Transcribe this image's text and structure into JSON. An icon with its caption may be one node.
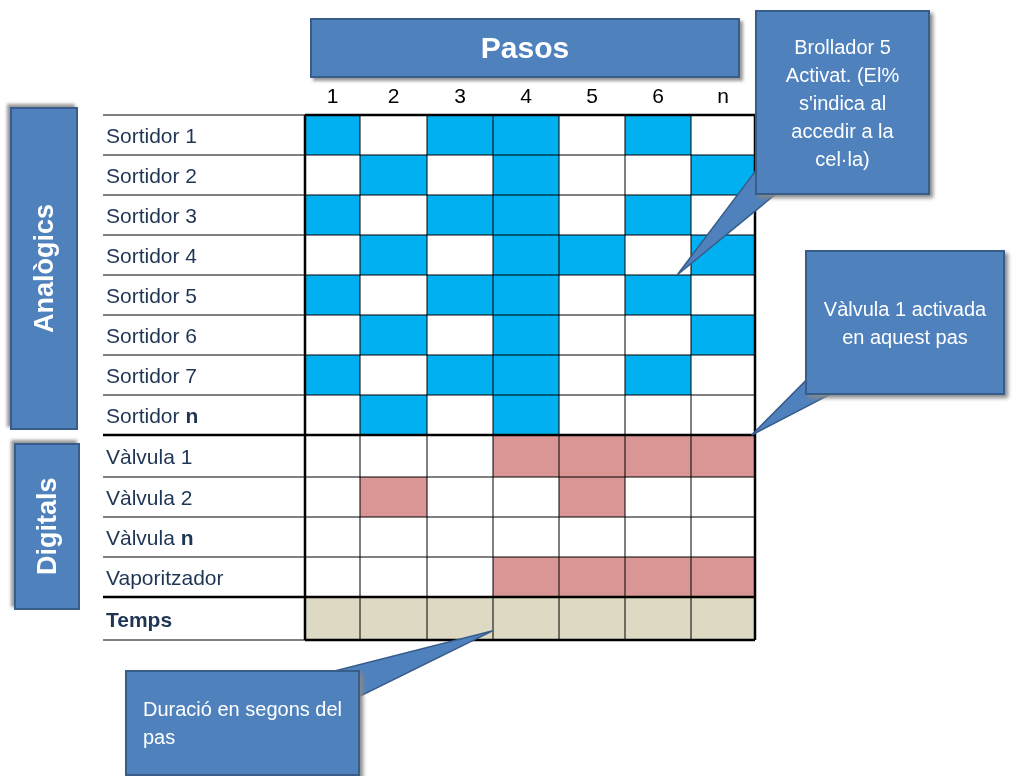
{
  "diagram": {
    "nodes": [
      {
        "text": [
          "Pasos"
        ]
      },
      {
        "text": [
          "Analògics"
        ]
      },
      {
        "text": [
          "Digitals"
        ]
      },
      {
        "text": [
          "Brollador 5 Activat. (El% s'indica al accedir a la cel·la)"
        ]
      },
      {
        "text": [],
        "shape": "box"
      },
      {
        "text": [
          "Vàlvula 1 activada en aquest pas"
        ]
      },
      {
        "text": [],
        "shape": "box"
      },
      {
        "text": [
          "Duració en segons del pas"
        ]
      },
      {
        "text": [],
        "shape": "box"
      }
    ],
    "edges": [
      {
        "from": 3,
        "to": 4,
        "arrow": "none"
      },
      {
        "from": 5,
        "to": 6,
        "arrow": "none"
      },
      {
        "from": 7,
        "to": 8,
        "arrow": "none"
      }
    ],
    "labels": [
      "1",
      "2",
      "3",
      "4",
      "5",
      "6",
      "n",
      "Sortidor 1",
      "Sortidor 2",
      "Sortidor 3",
      "Sortidor 4",
      "Sortidor 5",
      "Sortidor 6",
      "Sortidor 7",
      "Sortidor **n**",
      "Vàlvula 1",
      "Vàlvula 2",
      "Vàlvula **n**",
      "Vaporitzador",
      "Temps"
    ]
  }
}
